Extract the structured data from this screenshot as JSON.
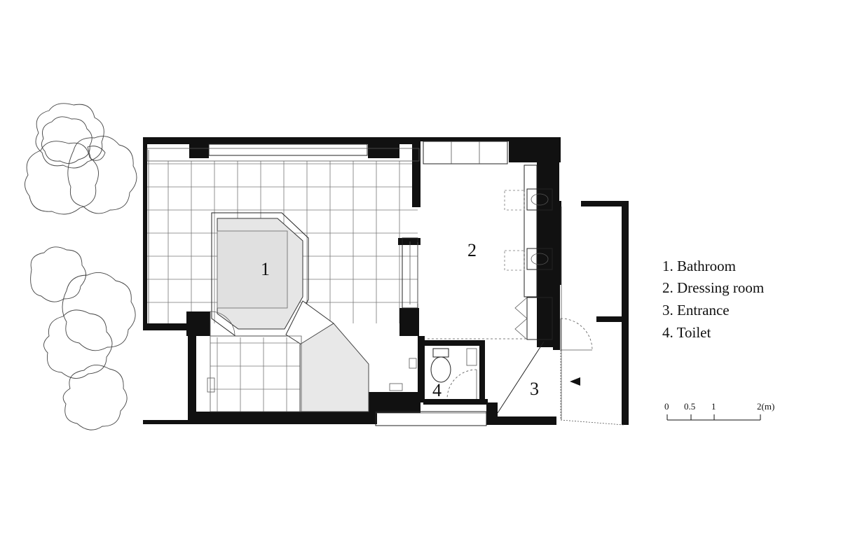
{
  "rooms": [
    {
      "number": "1"
    },
    {
      "number": "2"
    },
    {
      "number": "3"
    },
    {
      "number": "4"
    }
  ],
  "legend": [
    "1. Bathroom",
    "2. Dressing room",
    "3. Entrance",
    "4. Toilet"
  ],
  "scale_bar": {
    "labels": [
      "0",
      "0.5",
      "1",
      "2(m)"
    ]
  }
}
